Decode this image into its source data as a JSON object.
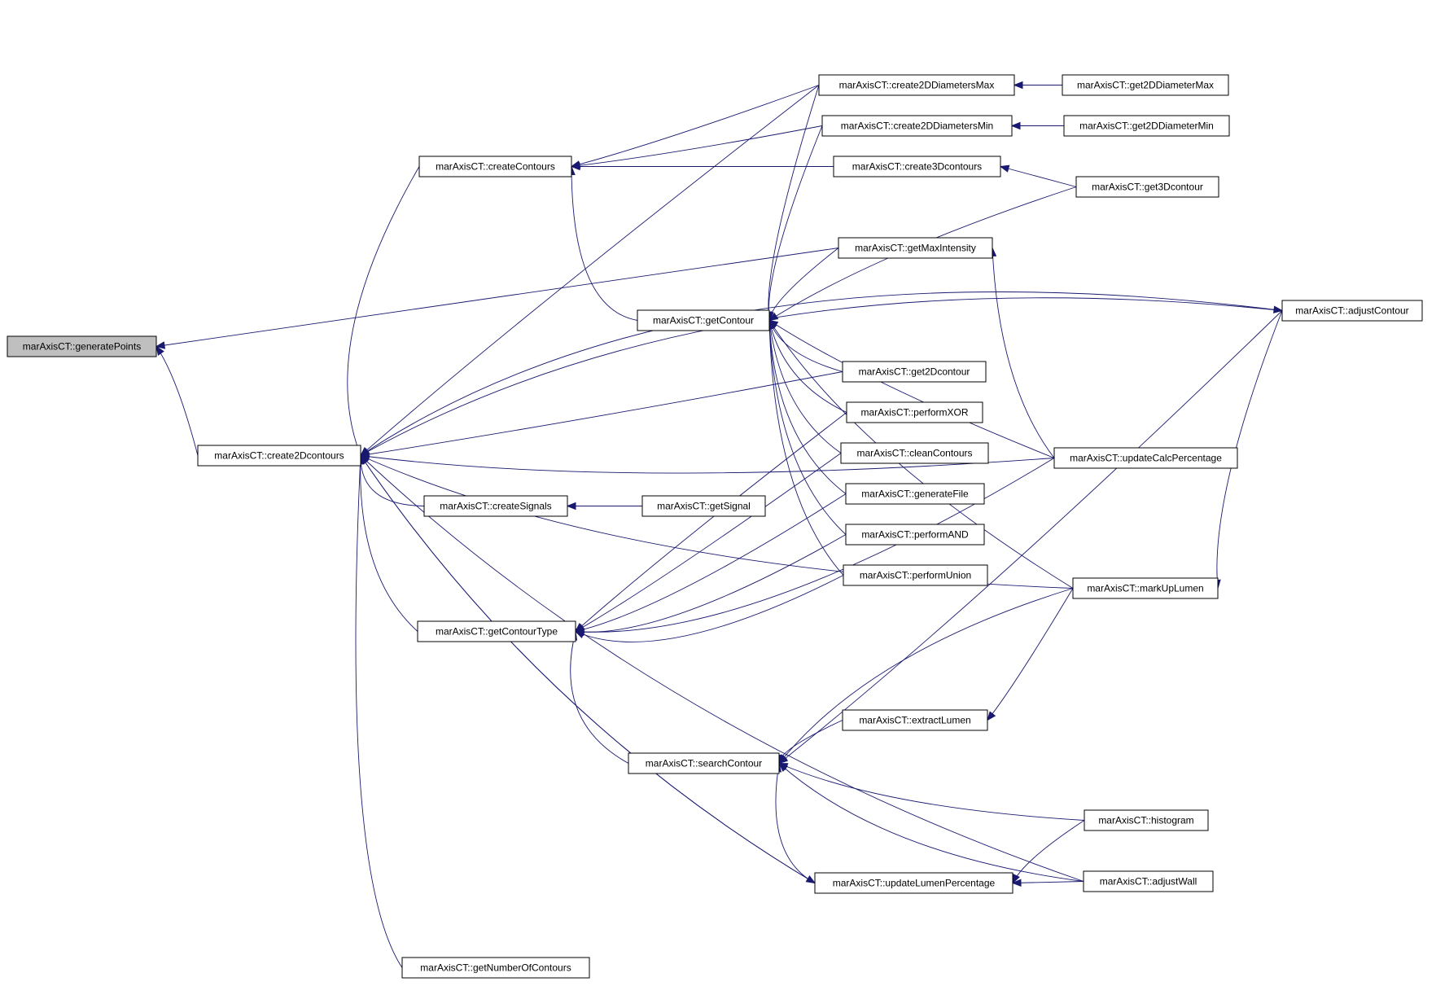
{
  "nodes": {
    "generatePoints": "marAxisCT::generatePoints",
    "create2Dcontours": "marAxisCT::create2Dcontours",
    "createContours": "marAxisCT::createContours",
    "createSignals": "marAxisCT::createSignals",
    "getContourType": "marAxisCT::getContourType",
    "getNumberOfContours": "marAxisCT::getNumberOfContours",
    "getContour": "marAxisCT::getContour",
    "searchContour": "marAxisCT::searchContour",
    "getSignal": "marAxisCT::getSignal",
    "create2DDiametersMax": "marAxisCT::create2DDiametersMax",
    "create2DDiametersMin": "marAxisCT::create2DDiametersMin",
    "create3Dcontours": "marAxisCT::create3Dcontours",
    "getMaxIntensity": "marAxisCT::getMaxIntensity",
    "get2Dcontour": "marAxisCT::get2Dcontour",
    "performXOR": "marAxisCT::performXOR",
    "cleanContours": "marAxisCT::cleanContours",
    "generateFile": "marAxisCT::generateFile",
    "performAND": "marAxisCT::performAND",
    "performUnion": "marAxisCT::performUnion",
    "extractLumen": "marAxisCT::extractLumen",
    "updateLumenPercentage": "marAxisCT::updateLumenPercentage",
    "get2DDiameterMax": "marAxisCT::get2DDiameterMax",
    "get2DDiameterMin": "marAxisCT::get2DDiameterMin",
    "get3Dcontour": "marAxisCT::get3Dcontour",
    "updateCalcPercentage": "marAxisCT::updateCalcPercentage",
    "markUpLumen": "marAxisCT::markUpLumen",
    "histogram": "marAxisCT::histogram",
    "adjustWall": "marAxisCT::adjustWall",
    "adjustContour": "marAxisCT::adjustContour"
  },
  "edges": [
    [
      "create2Dcontours",
      "generatePoints"
    ],
    [
      "getMaxIntensity",
      "generatePoints"
    ],
    [
      "createContours",
      "create2Dcontours"
    ],
    [
      "createSignals",
      "create2Dcontours"
    ],
    [
      "getContourType",
      "create2Dcontours"
    ],
    [
      "getNumberOfContours",
      "create2Dcontours"
    ],
    [
      "get2Dcontour",
      "create2Dcontours"
    ],
    [
      "create2DDiametersMax",
      "create2Dcontours"
    ],
    [
      "adjustContour",
      "create2Dcontours"
    ],
    [
      "updateLumenPercentage",
      "create2Dcontours"
    ],
    [
      "adjustWall",
      "create2Dcontours"
    ],
    [
      "markUpLumen",
      "create2Dcontours"
    ],
    [
      "updateCalcPercentage",
      "create2Dcontours"
    ],
    [
      "create2DDiametersMax",
      "createContours"
    ],
    [
      "create2DDiametersMin",
      "createContours"
    ],
    [
      "create3Dcontours",
      "createContours"
    ],
    [
      "getContour",
      "createContours"
    ],
    [
      "getSignal",
      "createSignals"
    ],
    [
      "create2DDiametersMax",
      "getContour"
    ],
    [
      "create2DDiametersMin",
      "getContour"
    ],
    [
      "get3Dcontour",
      "getContour"
    ],
    [
      "getMaxIntensity",
      "getContour"
    ],
    [
      "get2Dcontour",
      "getContour"
    ],
    [
      "performXOR",
      "getContour"
    ],
    [
      "cleanContours",
      "getContour"
    ],
    [
      "generateFile",
      "getContour"
    ],
    [
      "performAND",
      "getContour"
    ],
    [
      "performUnion",
      "getContour"
    ],
    [
      "updateCalcPercentage",
      "getContour"
    ],
    [
      "markUpLumen",
      "getContour"
    ],
    [
      "performXOR",
      "getContourType"
    ],
    [
      "cleanContours",
      "getContourType"
    ],
    [
      "generateFile",
      "getContourType"
    ],
    [
      "performAND",
      "getContourType"
    ],
    [
      "performUnion",
      "getContourType"
    ],
    [
      "updateCalcPercentage",
      "getContourType"
    ],
    [
      "searchContour",
      "getContourType"
    ],
    [
      "extractLumen",
      "searchContour"
    ],
    [
      "markUpLumen",
      "searchContour"
    ],
    [
      "adjustContour",
      "searchContour"
    ],
    [
      "histogram",
      "searchContour"
    ],
    [
      "adjustWall",
      "searchContour"
    ],
    [
      "updateLumenPercentage",
      "searchContour"
    ],
    [
      "get2DDiameterMax",
      "create2DDiametersMax"
    ],
    [
      "get2DDiameterMin",
      "create2DDiametersMin"
    ],
    [
      "get3Dcontour",
      "create3Dcontours"
    ],
    [
      "updateCalcPercentage",
      "getMaxIntensity"
    ],
    [
      "markUpLumen",
      "extractLumen"
    ],
    [
      "histogram",
      "updateLumenPercentage"
    ],
    [
      "adjustWall",
      "updateLumenPercentage"
    ],
    [
      "create2Dcontours",
      "updateLumenPercentage"
    ],
    [
      "adjustContour",
      "markUpLumen"
    ],
    [
      "create2Dcontours",
      "adjustContour"
    ]
  ],
  "current_node": "generatePoints",
  "colors": {
    "edge": "#191970",
    "node_border": "#000000",
    "node_fill": "#ffffff",
    "current_fill": "#bfbfbf"
  }
}
